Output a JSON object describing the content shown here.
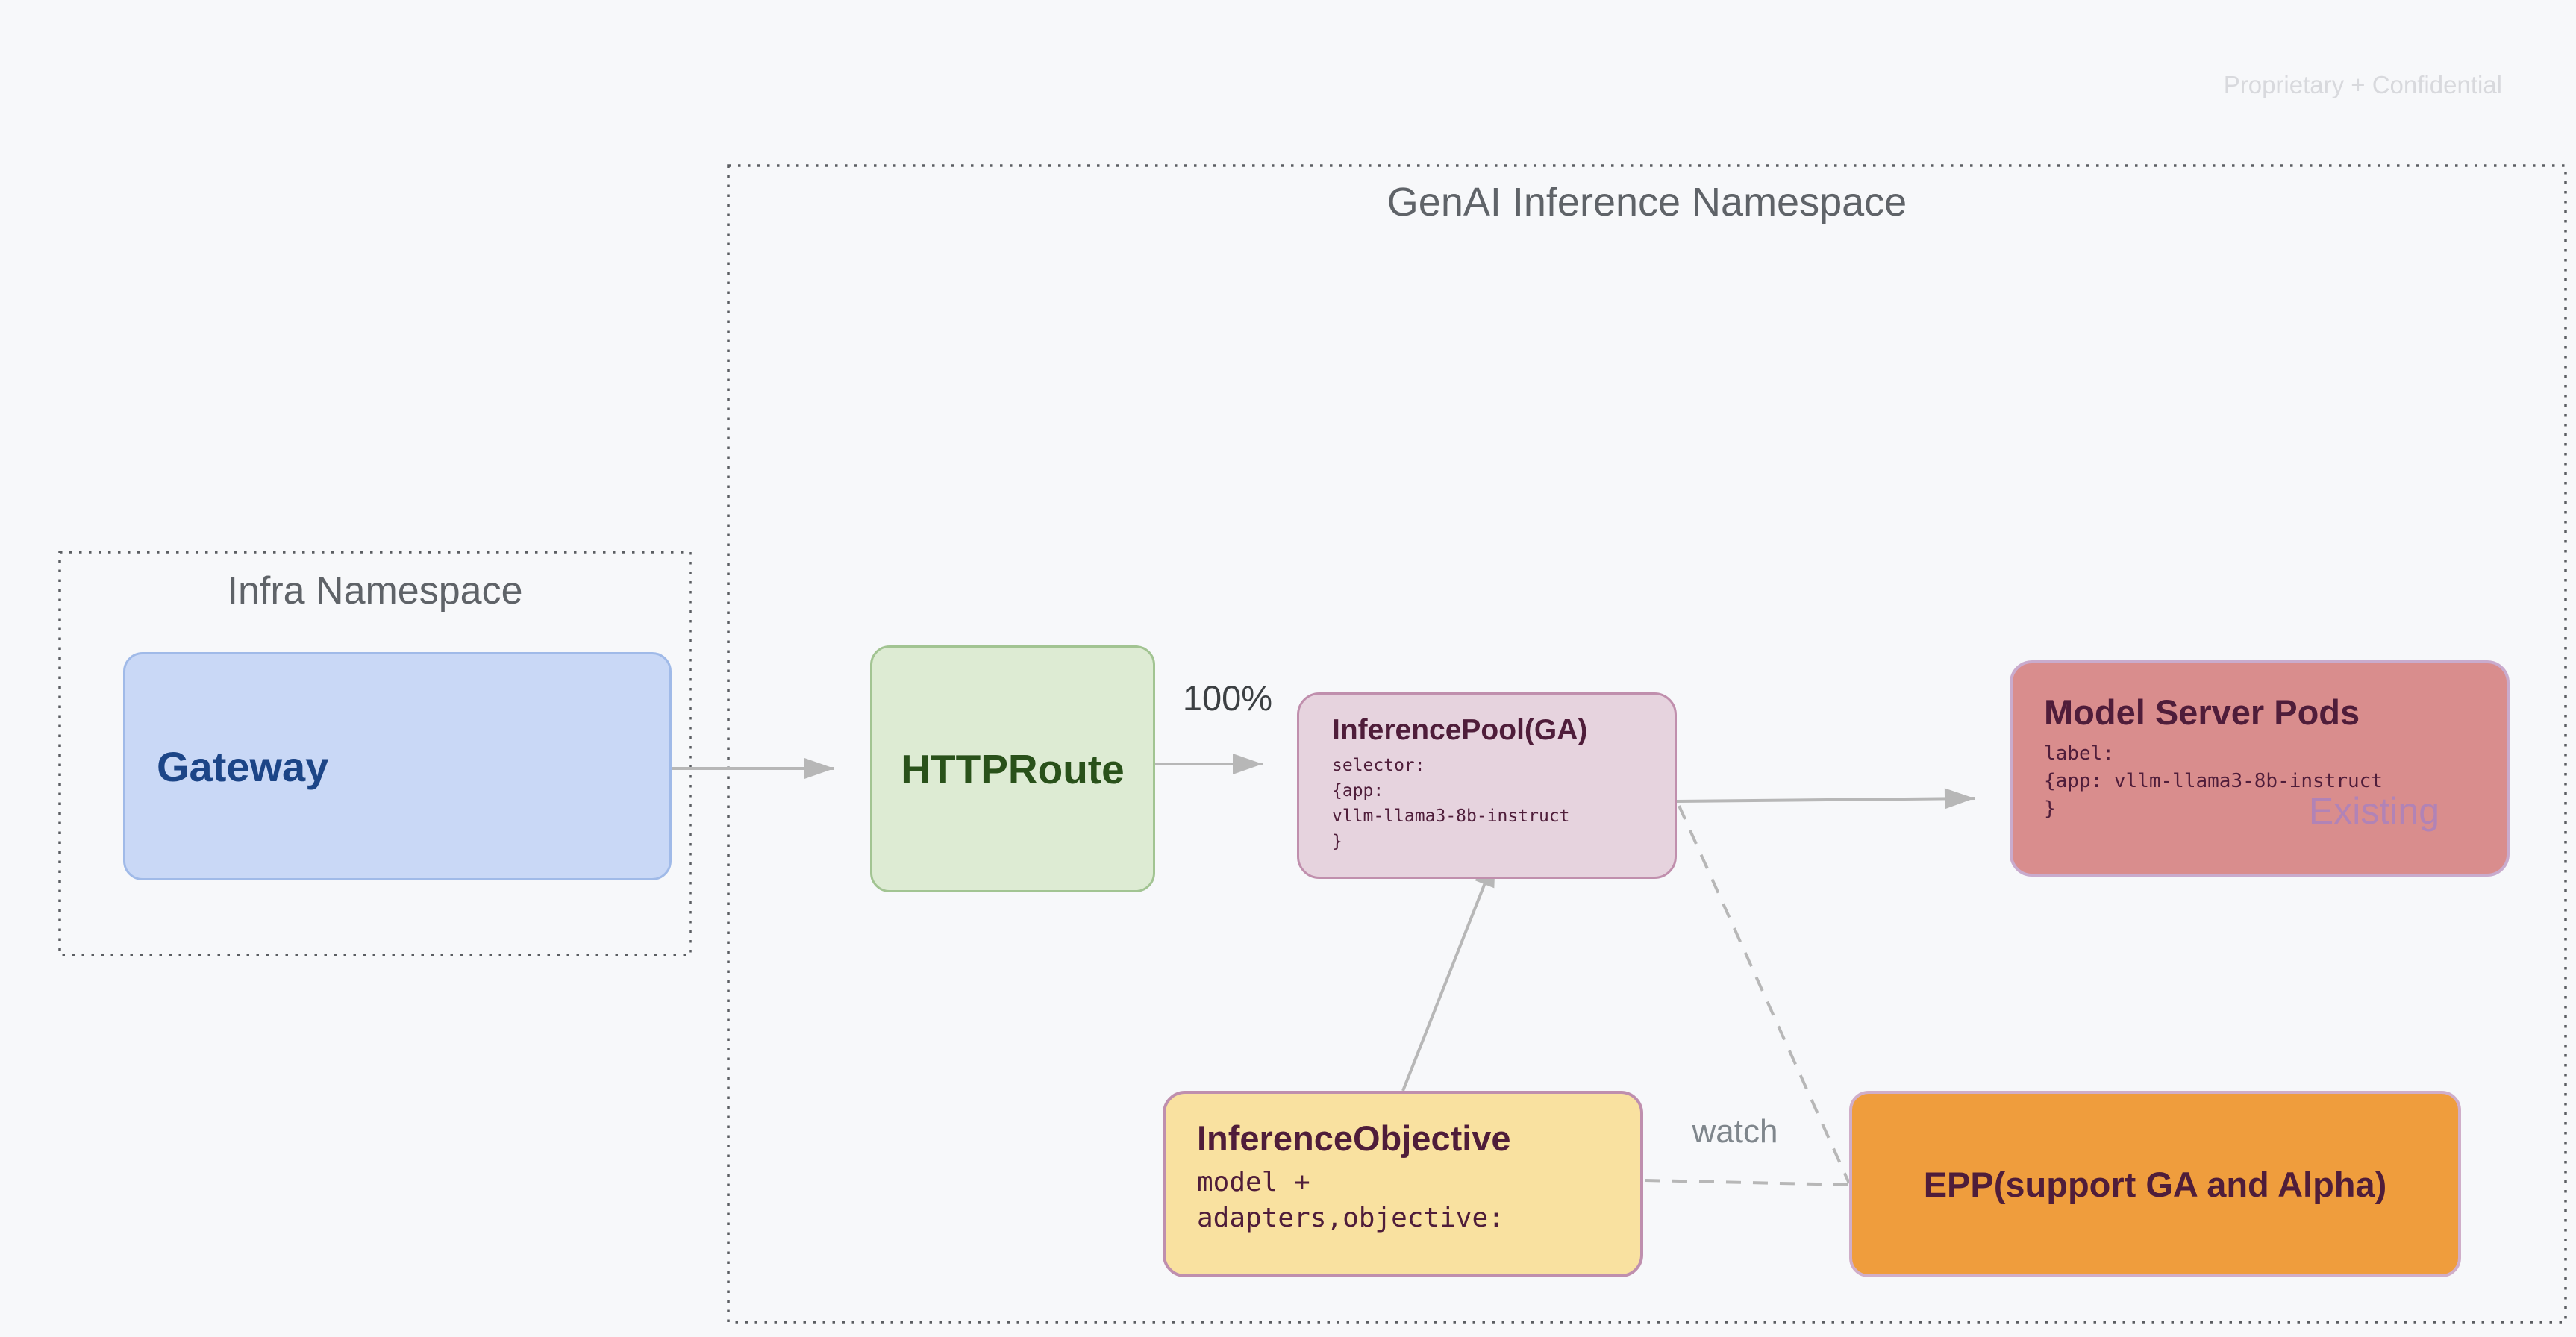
{
  "page": {
    "confidential_note": "Proprietary + Confidential"
  },
  "genai_namespace": {
    "title": "GenAI Inference Namespace"
  },
  "infra_namespace": {
    "title": "Infra Namespace"
  },
  "nodes": {
    "gateway": {
      "title": "Gateway"
    },
    "httproute": {
      "title": "HTTPRoute"
    },
    "inference_pool": {
      "title": "InferencePool(GA)",
      "code_lines": [
        "selector:",
        "{app:",
        "vllm-llama3-8b-instruct",
        "}"
      ]
    },
    "model_server_pods": {
      "title": "Model Server Pods",
      "code_lines": [
        "label:",
        "{app: vllm-llama3-8b-instruct",
        "}"
      ],
      "tag": "Existing"
    },
    "inference_objective": {
      "title": "InferenceObjective",
      "code_lines": [
        "model +",
        "adapters,objective:"
      ]
    },
    "epp": {
      "title": "EPP(support GA and Alpha)"
    }
  },
  "edges": {
    "route_weight_label": "100%",
    "watch_label": "watch"
  },
  "colors": {
    "background": "#f7f8fa",
    "dotted": "#5b5e62",
    "ns_title": "#5f6368",
    "arrow": "#b7b7b7",
    "gateway_fill": "#c9d8f6",
    "gateway_border": "#a0bae8",
    "gateway_text": "#1c4587",
    "httproute_fill": "#ddebd3",
    "httproute_border": "#a2c492",
    "httproute_text": "#29511a",
    "pool_fill": "#e6d3de",
    "pool_border": "#c08fad",
    "plum": "#4f1d3a",
    "pods_fill": "#d98d8d",
    "pods_border": "#c9abcd",
    "existing": "#b183b6",
    "objective_fill": "#f9e1a0",
    "objective_border": "#bf8fae",
    "epp_fill": "#ef9d3d",
    "epp_border": "#d0aec9",
    "label_dark": "#3c4043",
    "label_gray": "#7f868c",
    "confidential": "#d8d9dd"
  }
}
